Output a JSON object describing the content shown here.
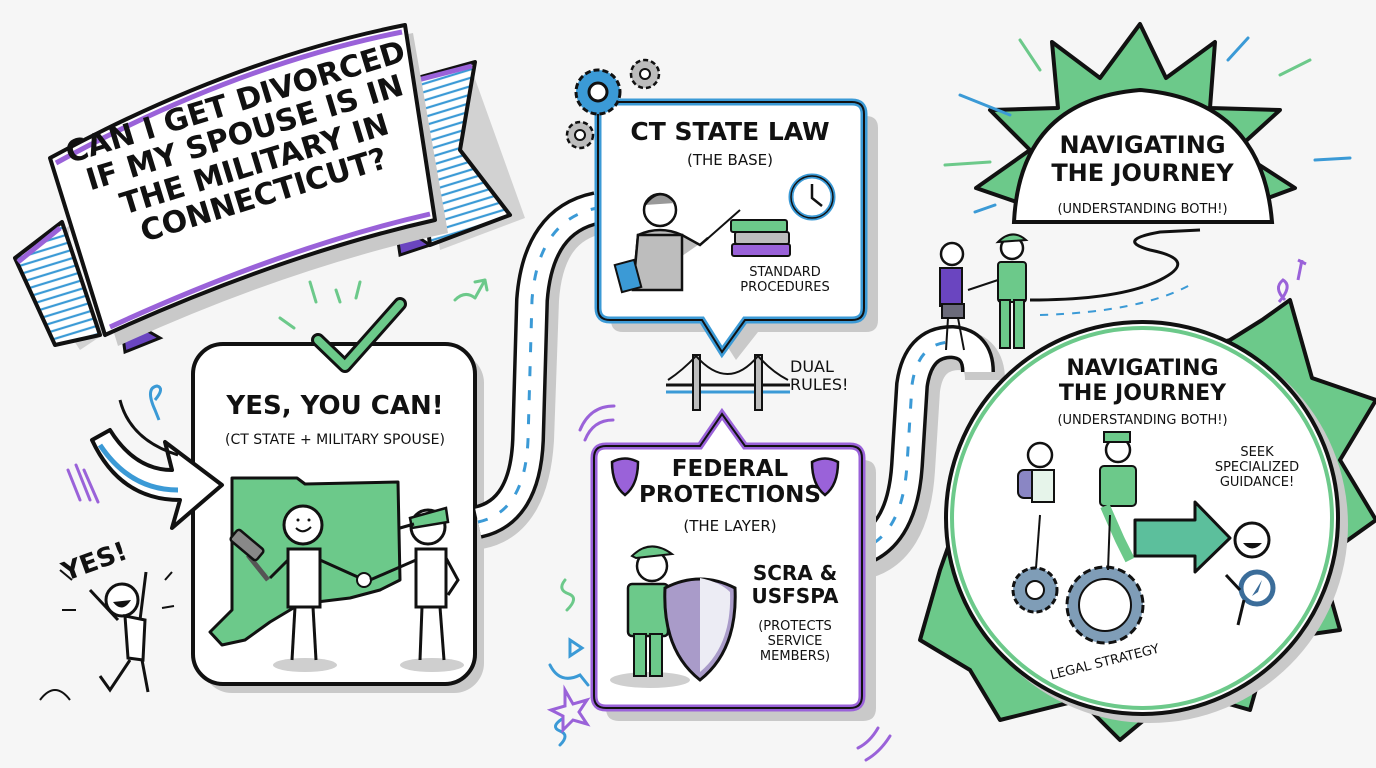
{
  "title_banner": {
    "lines": [
      "CAN I GET DIVORCED",
      "IF MY SPOUSE IS IN",
      "THE MILITARY IN",
      "CONNECTICUT?"
    ]
  },
  "yes_panel": {
    "heading": "YES, YOU CAN!",
    "subheading": "(CT STATE + MILITARY SPOUSE)",
    "exclamation": "YES!"
  },
  "state_law_panel": {
    "heading": "CT STATE LAW",
    "subheading": "(THE BASE)",
    "caption_line1": "STANDARD",
    "caption_line2": "PROCEDURES"
  },
  "bridge": {
    "label_line1": "DUAL",
    "label_line2": "RULES!"
  },
  "federal_panel": {
    "heading_line1": "FEDERAL",
    "heading_line2": "PROTECTIONS",
    "subheading": "(THE LAYER)",
    "laws_line1": "SCRA &",
    "laws_line2": "USFSPA",
    "note_line1": "(PROTECTS",
    "note_line2": "SERVICE",
    "note_line3": "MEMBERS)"
  },
  "journey_top": {
    "heading_line1": "NAVIGATING",
    "heading_line2": "THE JOURNEY",
    "subheading": "(UNDERSTANDING BOTH!)"
  },
  "journey_bottom": {
    "heading_line1": "NAVIGATING",
    "heading_line2": "THE JOURNEY",
    "subheading": "(UNDERSTANDING BOTH!)",
    "guidance_line1": "SEEK",
    "guidance_line2": "SPECIALIZED",
    "guidance_line3": "GUIDANCE!",
    "strategy_label": "LEGAL STRATEGY"
  },
  "colors": {
    "green": "#6cc98a",
    "blue": "#3b9ad6",
    "purple": "#9a62d9",
    "gray": "#c4c4c4",
    "ink": "#111111",
    "background": "#f6f6f6"
  }
}
